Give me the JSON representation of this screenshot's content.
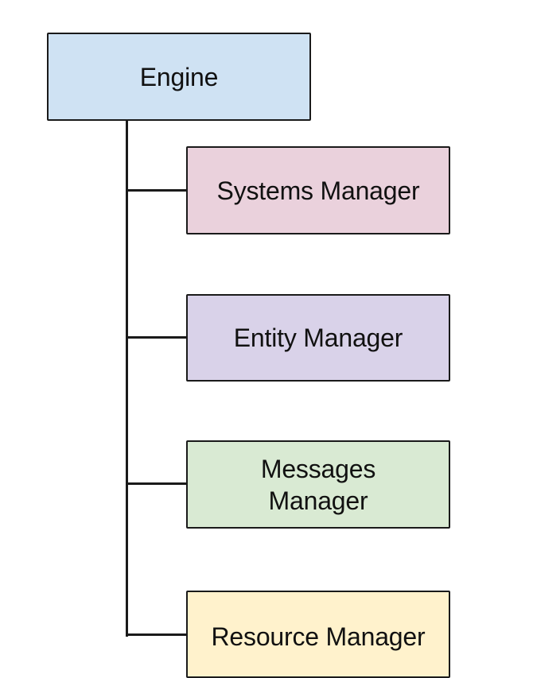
{
  "diagram": {
    "type": "hierarchy",
    "root": {
      "label": "Engine",
      "fill": "#cfe2f3"
    },
    "children": [
      {
        "label": "Systems Manager",
        "fill": "#ead1dc"
      },
      {
        "label": "Entity Manager",
        "fill": "#d9d2e9"
      },
      {
        "label_lines": [
          "Messages",
          "Manager"
        ],
        "fill": "#d9ead3"
      },
      {
        "label": "Resource Manager",
        "fill": "#fff2cc"
      }
    ],
    "edge_color": "#1a1a1a"
  }
}
